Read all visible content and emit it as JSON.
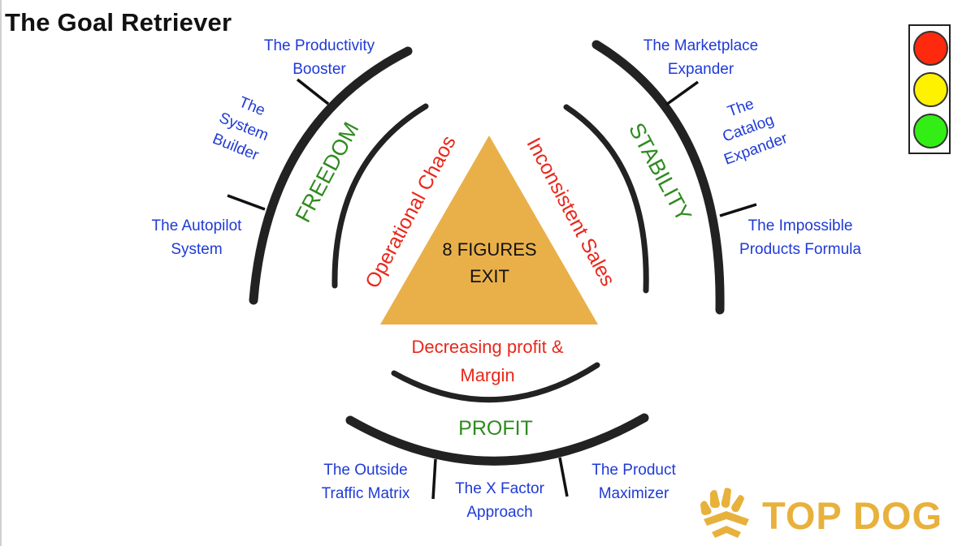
{
  "title": "The Goal Retriever",
  "center": {
    "line1": "8 FIGURES",
    "line2": "EXIT",
    "color": "#e9b04a"
  },
  "problems": {
    "left": "Operational Chaos",
    "right": "Inconsistent Sales",
    "bottom_line1": "Decreasing profit &",
    "bottom_line2": "Margin",
    "color": "#e8281b"
  },
  "pillars": {
    "freedom": "FREEDOM",
    "stability": "STABILITY",
    "profit": "PROFIT",
    "color": "#2e8b1f"
  },
  "freedom_items": [
    {
      "line1": "The Productivity",
      "line2": "Booster"
    },
    {
      "line1": "The",
      "line2": "System",
      "line3": "Builder"
    },
    {
      "line1": "The Autopilot",
      "line2": "System"
    }
  ],
  "stability_items": [
    {
      "line1": "The Marketplace",
      "line2": "Expander"
    },
    {
      "line1": "The",
      "line2": "Catalog",
      "line3": "Expander"
    },
    {
      "line1": "The Impossible",
      "line2": "Products Formula"
    }
  ],
  "profit_items": [
    {
      "line1": "The Outside",
      "line2": "Traffic Matrix"
    },
    {
      "line1": "The X Factor",
      "line2": "Approach"
    },
    {
      "line1": "The Product",
      "line2": "Maximizer"
    }
  ],
  "traffic_light": {
    "icon": "traffic-light-icon",
    "colors": [
      "#ff2a0d",
      "#fff200",
      "#33ee14"
    ]
  },
  "logo": {
    "icon": "paw-icon",
    "text": "TOP DOG",
    "color": "#e8b13c"
  }
}
